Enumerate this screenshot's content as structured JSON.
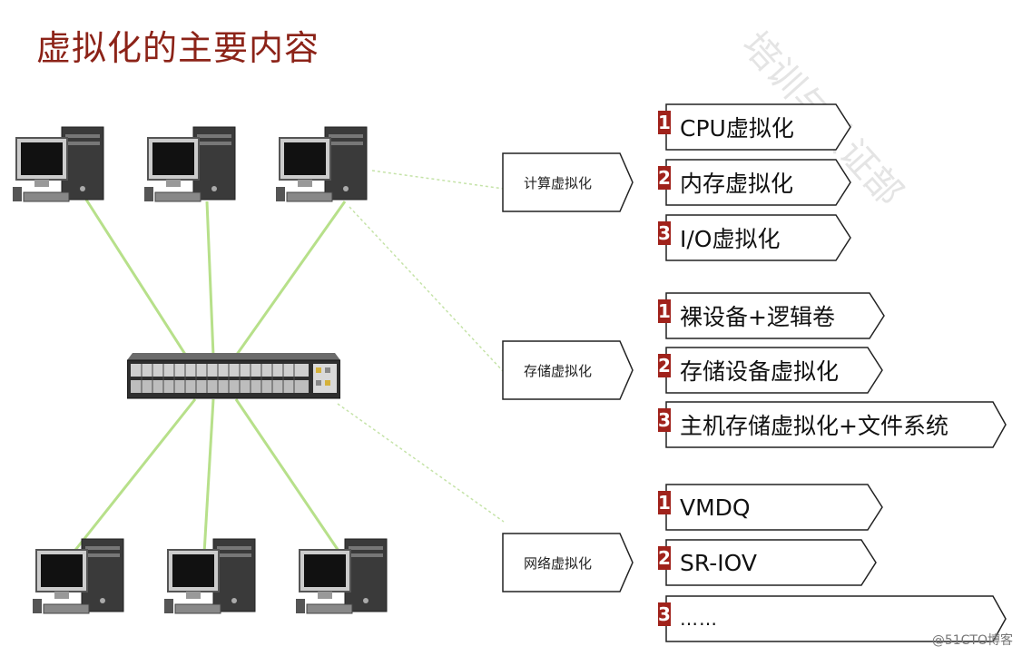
{
  "title": "虚拟化的主要内容",
  "categories": [
    {
      "label": "计算虚拟化",
      "items": [
        {
          "num": "1",
          "label": "CPU虚拟化"
        },
        {
          "num": "2",
          "label": "内存虚拟化"
        },
        {
          "num": "3",
          "label": "I/O虚拟化"
        }
      ]
    },
    {
      "label": "存储虚拟化",
      "items": [
        {
          "num": "1",
          "label": "裸设备+逻辑卷"
        },
        {
          "num": "2",
          "label": "存储设备虚拟化"
        },
        {
          "num": "3",
          "label": "主机存储虚拟化+文件系统"
        }
      ]
    },
    {
      "label": "网络虚拟化",
      "items": [
        {
          "num": "1",
          "label": "VMDQ"
        },
        {
          "num": "2",
          "label": "SR-IOV"
        },
        {
          "num": "3",
          "label": "……"
        }
      ]
    }
  ],
  "watermark": "@51CTO博客",
  "faint_watermark": "培训与认证部",
  "colors": {
    "title": "#8c2318",
    "number_badge": "#a0221b",
    "wire": "#b7e08a",
    "outline": "#222222"
  },
  "icons": {
    "workstation": "desktop-computer-icon",
    "network": "network-switch-icon"
  }
}
